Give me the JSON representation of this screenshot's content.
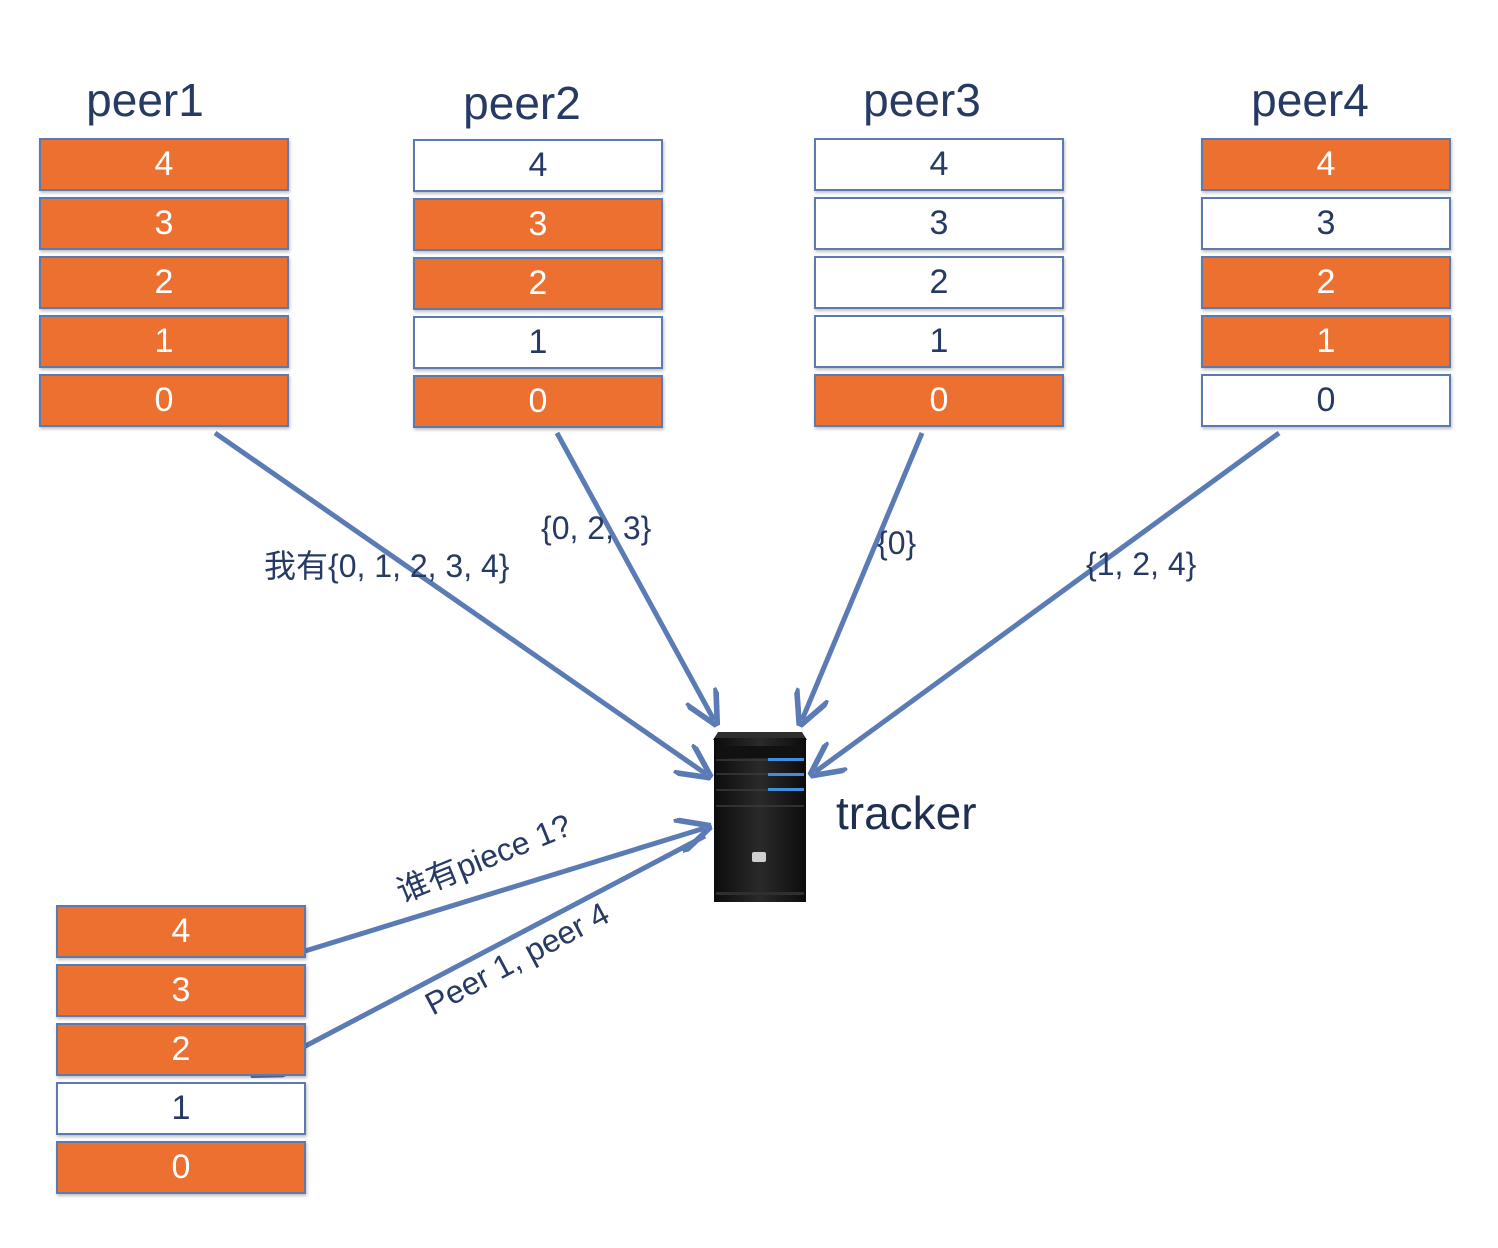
{
  "peers": [
    {
      "title": "peer1",
      "pieces": [
        {
          "label": "4",
          "have": true
        },
        {
          "label": "3",
          "have": true
        },
        {
          "label": "2",
          "have": true
        },
        {
          "label": "1",
          "have": true
        },
        {
          "label": "0",
          "have": true
        }
      ],
      "message": "我有{0, 1, 2, 3, 4}"
    },
    {
      "title": "peer2",
      "pieces": [
        {
          "label": "4",
          "have": false
        },
        {
          "label": "3",
          "have": true
        },
        {
          "label": "2",
          "have": true
        },
        {
          "label": "1",
          "have": false
        },
        {
          "label": "0",
          "have": true
        }
      ],
      "message": "{0, 2, 3}"
    },
    {
      "title": "peer3",
      "pieces": [
        {
          "label": "4",
          "have": false
        },
        {
          "label": "3",
          "have": false
        },
        {
          "label": "2",
          "have": false
        },
        {
          "label": "1",
          "have": false
        },
        {
          "label": "0",
          "have": true
        }
      ],
      "message": "{0}"
    },
    {
      "title": "peer4",
      "pieces": [
        {
          "label": "4",
          "have": true
        },
        {
          "label": "3",
          "have": false
        },
        {
          "label": "2",
          "have": true
        },
        {
          "label": "1",
          "have": true
        },
        {
          "label": "0",
          "have": false
        }
      ],
      "message": "{1, 2, 4}"
    }
  ],
  "client": {
    "pieces": [
      {
        "label": "4",
        "have": true
      },
      {
        "label": "3",
        "have": true
      },
      {
        "label": "2",
        "have": true
      },
      {
        "label": "1",
        "have": false
      },
      {
        "label": "0",
        "have": true
      }
    ],
    "query": "谁有piece 1?",
    "reply": "Peer 1, peer 4"
  },
  "tracker": {
    "label": "tracker",
    "icon": "server-icon"
  },
  "colors": {
    "have": "#ec7030",
    "missing": "#ffffff",
    "arrow": "#5b7bb5",
    "text": "#263a63"
  }
}
